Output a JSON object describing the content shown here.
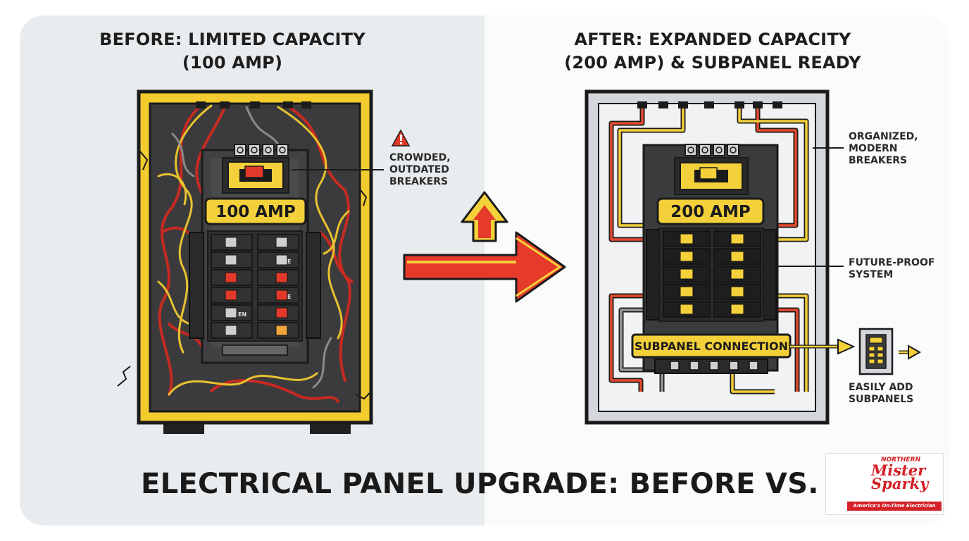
{
  "colors": {
    "background": "#fafbfb",
    "left_panel": "#e9ecee",
    "yellow": "#f4d03a",
    "red": "#e63a2a",
    "dark": "#222222"
  },
  "before": {
    "title_line1": "BEFORE: LIMITED CAPACITY",
    "title_line2": "(100 AMP)",
    "amp_label": "100 AMP",
    "callout_line1": "CROWDED,",
    "callout_line2": "OUTDATED",
    "callout_line3": "BREAKERS",
    "breaker_marks": [
      "E",
      "E",
      "EN"
    ]
  },
  "after": {
    "title_line1": "AFTER: EXPANDED CAPACITY",
    "title_line2": "(200 AMP) & SUBPANEL READY",
    "amp_label": "200 AMP",
    "subpanel_label": "SUBPANEL CONNECTION",
    "callout_organized_line1": "ORGANIZED,",
    "callout_organized_line2": "MODERN",
    "callout_organized_line3": "BREAKERS",
    "callout_future_line1": "FUTURE-PROOF",
    "callout_future_line2": "SYSTEM",
    "callout_subpanels_line1": "EASILY ADD",
    "callout_subpanels_line2": "SUBPANELS"
  },
  "icons": [
    "warning-icon",
    "upgrade-arrow-icon",
    "up-arrow-icon",
    "subpanel-box-icon"
  ],
  "main_title": "ELECTRICAL PANEL UPGRADE: BEFORE VS. AFTER",
  "logo": {
    "northern": "NORTHERN",
    "name_line1": "Mister",
    "name_line2": "Sparky",
    "tagline": "America's On-Time Electrician"
  }
}
